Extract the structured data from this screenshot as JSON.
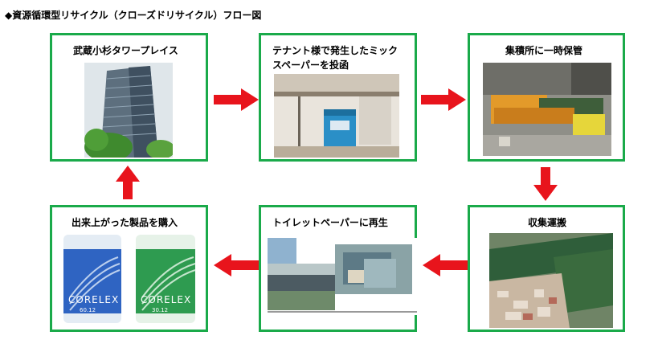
{
  "title": "◆資源循環型リサイクル（クローズドリサイクル）フロー図",
  "steps": [
    {
      "label": "武蔵小杉タワープレイス"
    },
    {
      "label_line1": "テナント様で発生したミック",
      "label_line2": "スペーパーを投函"
    },
    {
      "label": "集積所に一時保管"
    },
    {
      "label": "収集運搬"
    },
    {
      "label": "トイレットペーパーに再生"
    },
    {
      "label": "出来上がった製品を購入"
    }
  ],
  "product": {
    "brand": "CORELEX",
    "blue_size": "60.12",
    "green_size": "30.12"
  },
  "colors": {
    "border": "#1aaa4a",
    "arrow": "#e8141c"
  }
}
